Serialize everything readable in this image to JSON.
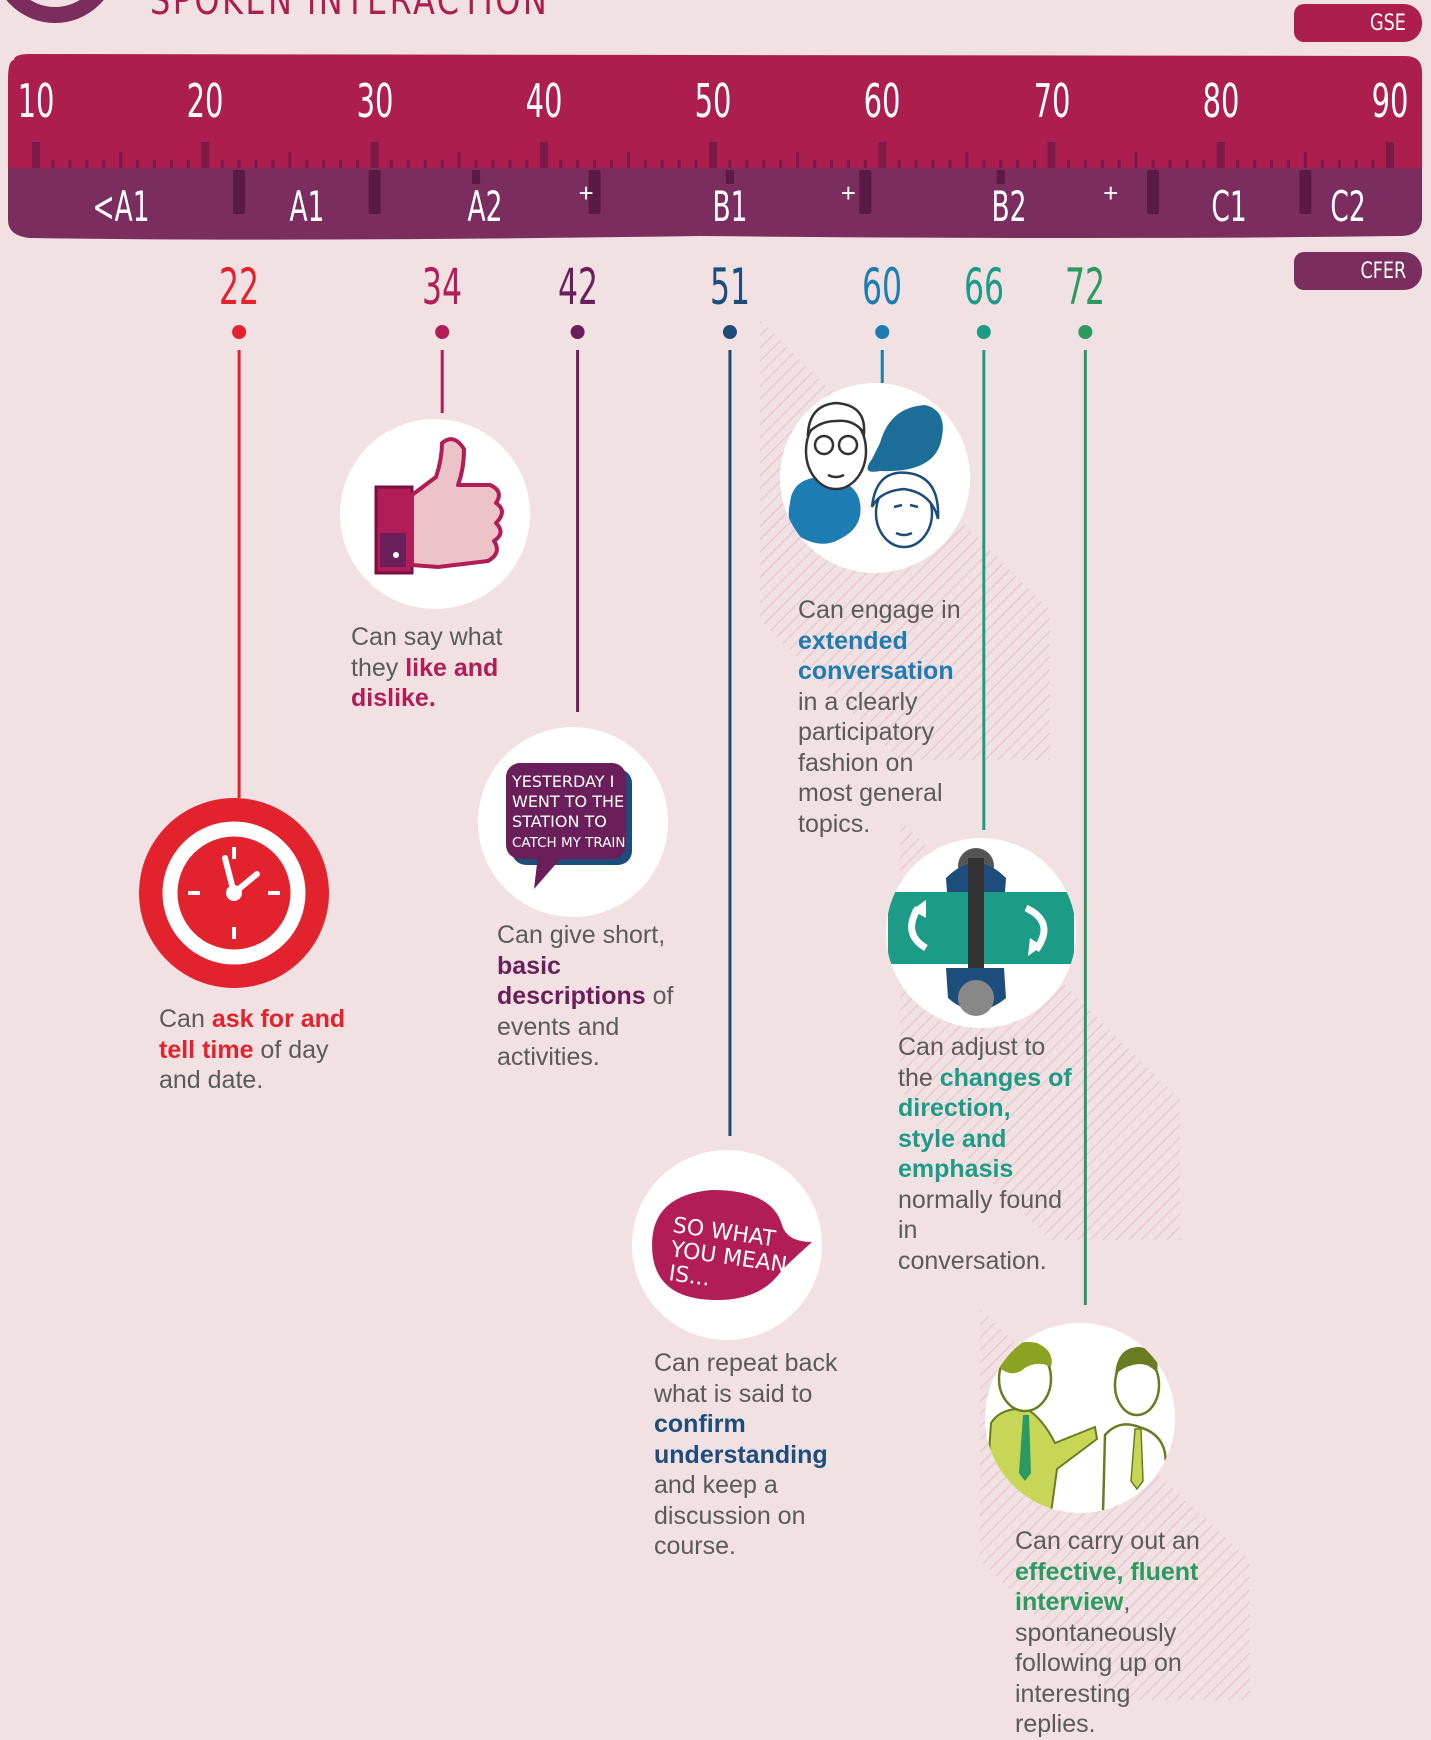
{
  "header": {
    "title": "SPOKEN INTERACTION"
  },
  "badges": {
    "gse": "GSE",
    "cefr": "CFER"
  },
  "ruler": {
    "ticks": [
      "10",
      "20",
      "30",
      "40",
      "50",
      "60",
      "70",
      "80",
      "90"
    ],
    "levels": [
      "<A1",
      "A1",
      "A2",
      "+",
      "B1",
      "+",
      "B2",
      "+",
      "C1",
      "C2"
    ]
  },
  "colors": {
    "ruler_top": "#ac1e4e",
    "ruler_bottom": "#7a2d5e",
    "red": "#e2232e",
    "magenta": "#b21c57",
    "plum": "#6b1f5a",
    "navy": "#1d4d7a",
    "blue": "#1d7cb2",
    "teal": "#1c9c87",
    "green": "#2a9a61"
  },
  "chart_data": {
    "type": "timeline",
    "axis_min": 10,
    "axis_max": 90,
    "points": [
      {
        "score": 22,
        "color": "#e2232e",
        "icon": "clock-icon",
        "text": {
          "pre": "Can ",
          "bold": "ask for and tell time",
          "post": " of day and date."
        }
      },
      {
        "score": 34,
        "color": "#b21c57",
        "icon": "thumbs-up-icon",
        "text": {
          "pre": "Can say what they ",
          "bold": "like and dislike.",
          "post": ""
        }
      },
      {
        "score": 42,
        "color": "#6b1f5a",
        "icon": "speech-bubble-icon",
        "bubble": "YESTERDAY I WENT TO THE STATION TO CATCH MY TRAIN",
        "text": {
          "pre": "Can give short, ",
          "bold": "basic descriptions",
          "post": " of events and activities."
        }
      },
      {
        "score": 51,
        "color": "#1d4d7a",
        "icon": "speech-bubble-icon",
        "bubble": "SO WHAT YOU MEAN IS...",
        "text": {
          "pre": "Can repeat back what is said to ",
          "bold": "confirm understanding",
          "post": " and keep a discussion on course."
        }
      },
      {
        "score": 60,
        "color": "#1d7cb2",
        "icon": "conversation-faces-icon",
        "text": {
          "pre": "Can engage in ",
          "bold": "extended conversation",
          "post": " in a clearly participatory fashion on most general topics."
        }
      },
      {
        "score": 66,
        "color": "#1c9c87",
        "icon": "meeting-table-icon",
        "text": {
          "pre": "Can adjust to the ",
          "bold": "changes of direction, style and emphasis",
          "post": " normally found in conversation."
        }
      },
      {
        "score": 72,
        "color": "#2a9a61",
        "icon": "interview-people-icon",
        "text": {
          "pre": "Can carry out an ",
          "bold": "effective, fluent interview",
          "post": ", spontaneously following up on interesting replies."
        }
      }
    ]
  }
}
